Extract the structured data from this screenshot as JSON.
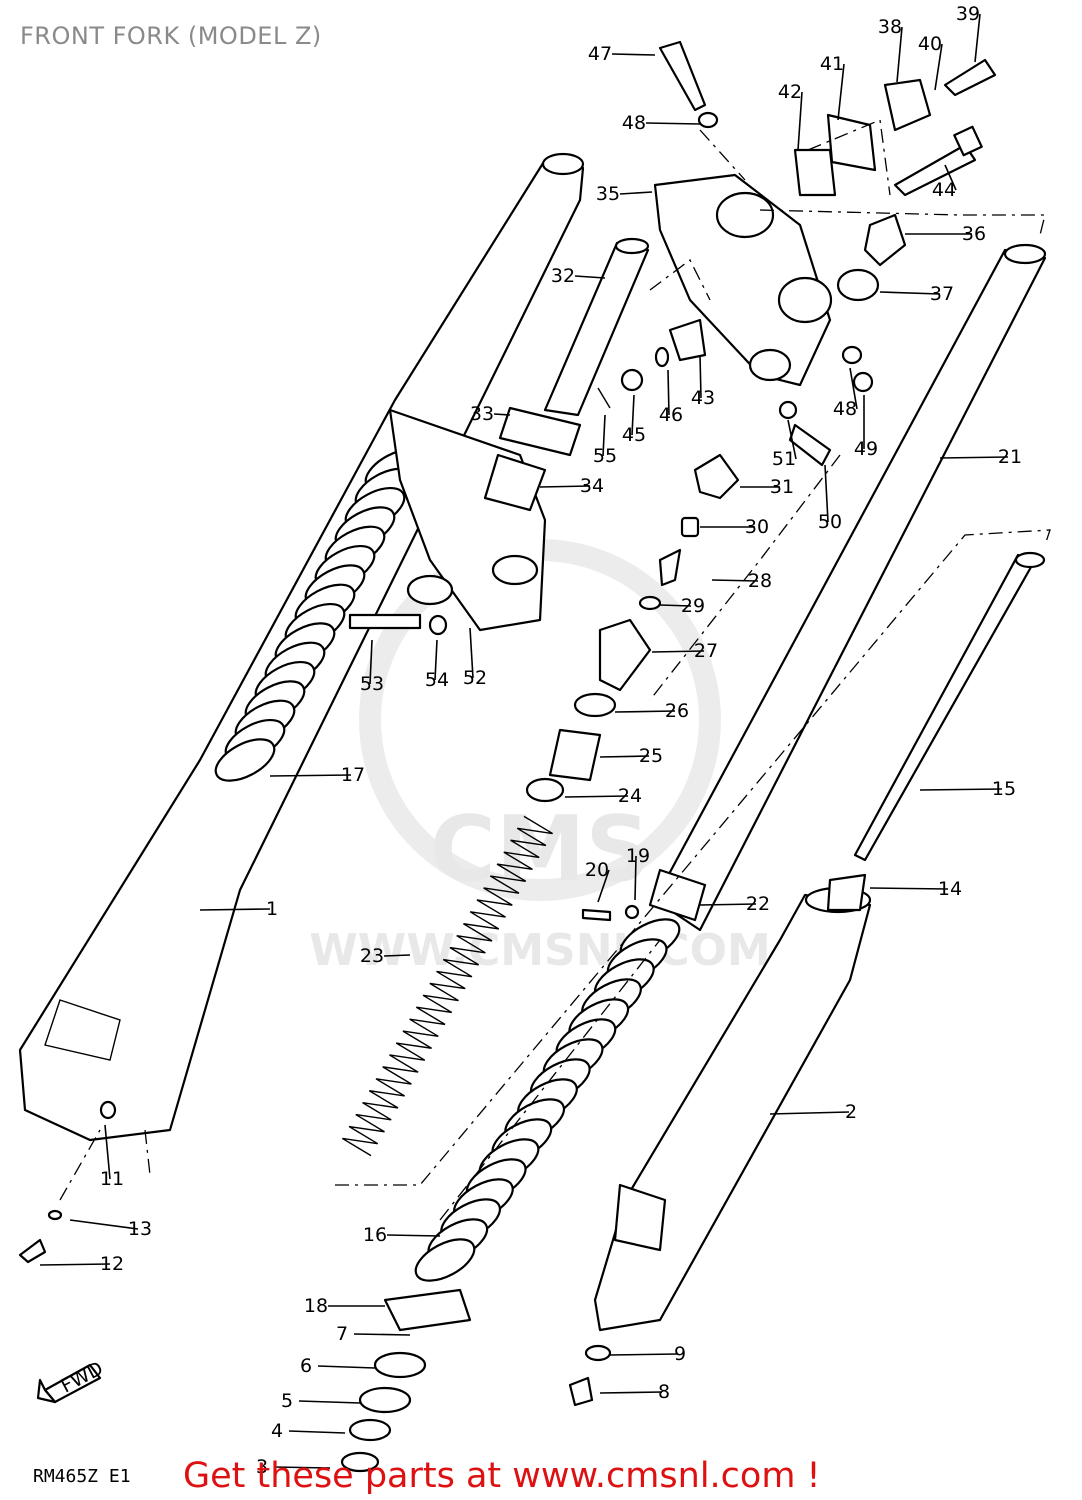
{
  "title": "FRONT FORK (MODEL Z)",
  "footer": {
    "cta": "Get these parts at www.cmsnl.com !",
    "diagram_code": "RM465Z E1"
  },
  "watermark": {
    "line1": "CMS",
    "line2": "WWW.CMSNL.COM"
  },
  "direction_badge": "FWD",
  "callouts": [
    {
      "n": "47"
    },
    {
      "n": "48"
    },
    {
      "n": "42"
    },
    {
      "n": "41"
    },
    {
      "n": "38"
    },
    {
      "n": "40"
    },
    {
      "n": "39"
    },
    {
      "n": "44"
    },
    {
      "n": "35"
    },
    {
      "n": "36"
    },
    {
      "n": "32"
    },
    {
      "n": "37"
    },
    {
      "n": "33"
    },
    {
      "n": "55"
    },
    {
      "n": "45"
    },
    {
      "n": "46"
    },
    {
      "n": "43"
    },
    {
      "n": "48"
    },
    {
      "n": "49"
    },
    {
      "n": "51"
    },
    {
      "n": "50"
    },
    {
      "n": "21"
    },
    {
      "n": "34"
    },
    {
      "n": "31"
    },
    {
      "n": "30"
    },
    {
      "n": "28"
    },
    {
      "n": "29"
    },
    {
      "n": "53"
    },
    {
      "n": "54"
    },
    {
      "n": "52"
    },
    {
      "n": "27"
    },
    {
      "n": "26"
    },
    {
      "n": "25"
    },
    {
      "n": "17"
    },
    {
      "n": "24"
    },
    {
      "n": "15"
    },
    {
      "n": "20"
    },
    {
      "n": "19"
    },
    {
      "n": "14"
    },
    {
      "n": "22"
    },
    {
      "n": "1"
    },
    {
      "n": "23"
    },
    {
      "n": "2"
    },
    {
      "n": "11"
    },
    {
      "n": "13"
    },
    {
      "n": "12"
    },
    {
      "n": "16"
    },
    {
      "n": "18"
    },
    {
      "n": "7"
    },
    {
      "n": "6"
    },
    {
      "n": "5"
    },
    {
      "n": "4"
    },
    {
      "n": "3"
    },
    {
      "n": "9"
    },
    {
      "n": "8"
    }
  ]
}
